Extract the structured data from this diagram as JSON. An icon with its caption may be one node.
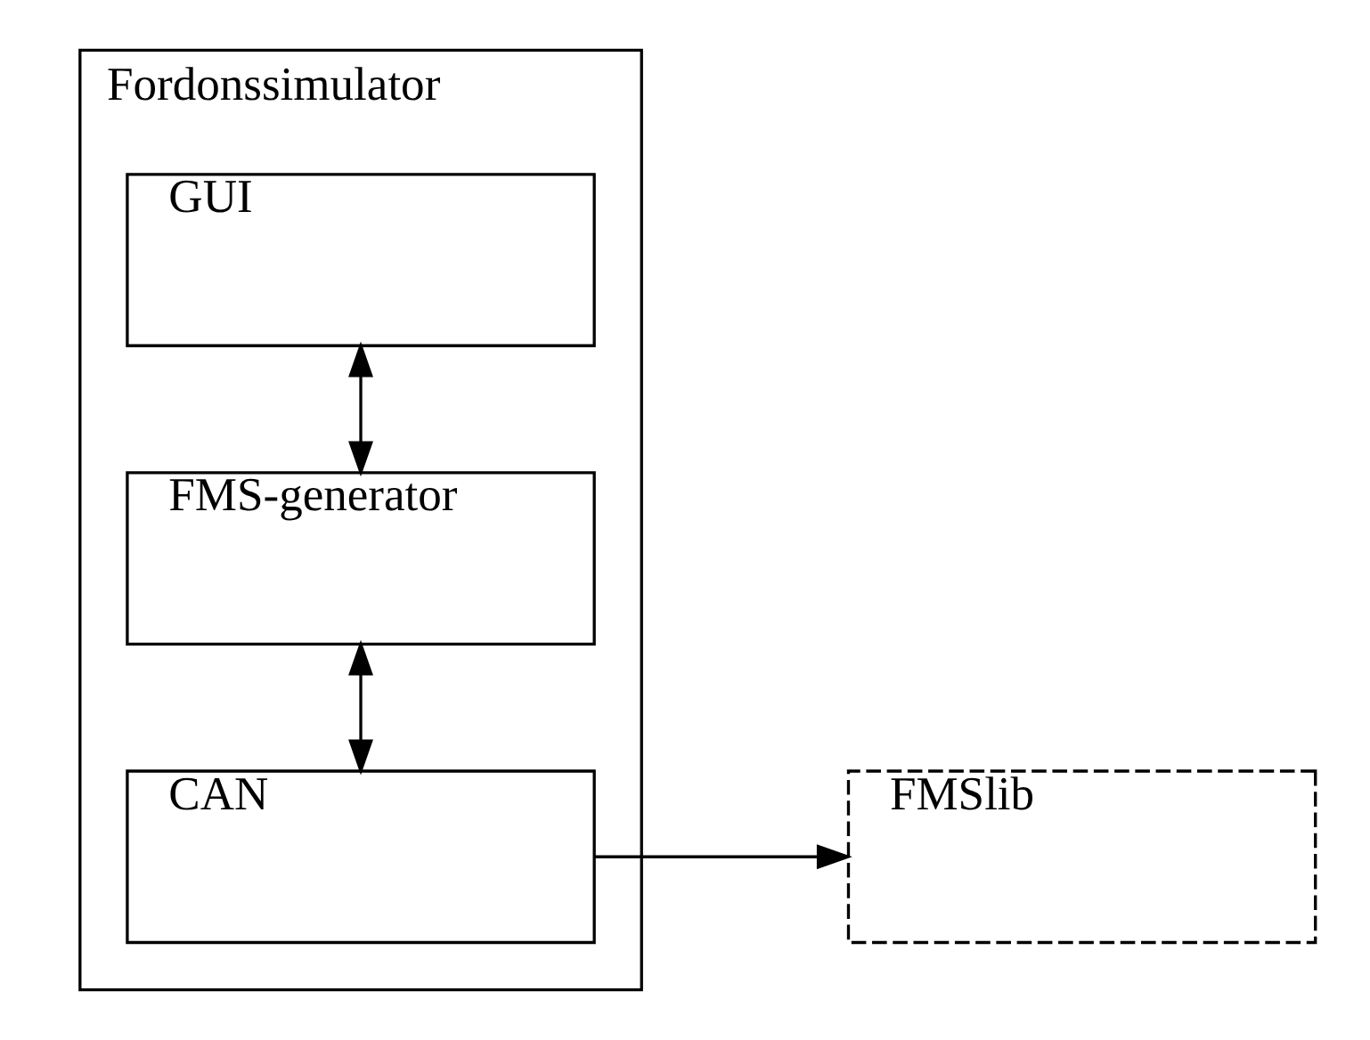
{
  "diagram": {
    "nodes": [
      {
        "text": [
          "Fordonssimulator"
        ]
      },
      {
        "text": [
          "GUI"
        ],
        "in": 0
      },
      {
        "text": [
          "FMS-generator"
        ],
        "in": 0
      },
      {
        "text": [
          "CAN"
        ],
        "in": 0
      },
      {
        "text": [
          "FMSlib"
        ]
      }
    ],
    "edges": [
      {
        "from": 1,
        "to": 2,
        "arrow": "both"
      },
      {
        "from": 2,
        "to": 3,
        "arrow": "both"
      },
      {
        "from": 3,
        "to": 4,
        "arrow": "to"
      }
    ]
  }
}
